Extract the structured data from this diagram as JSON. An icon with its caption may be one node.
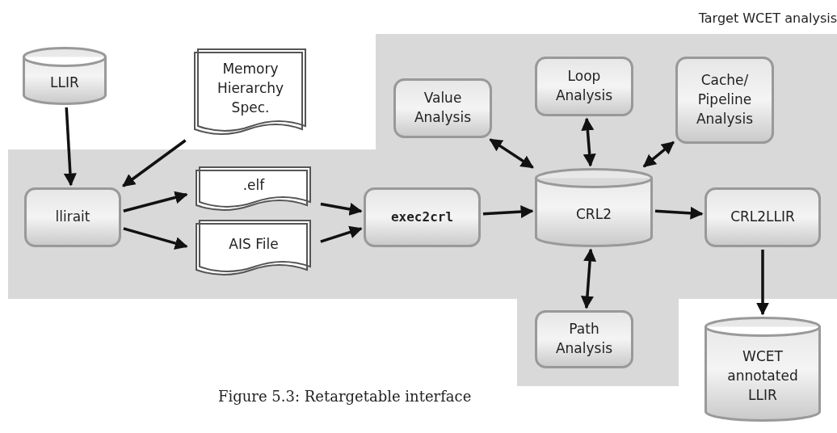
{
  "diagram": {
    "caption": "Figure 5.3: Retargetable interface",
    "nodes": [
      {
        "text": [
          "Target WCET analysis"
        ]
      },
      {
        "text": [
          "LLIR"
        ]
      },
      {
        "text": [
          "Memory Hierarchy Spec."
        ]
      },
      {
        "text": [
          "Value Analysis"
        ],
        "in": 0
      },
      {
        "text": [
          "Loop Analysis"
        ],
        "in": 0
      },
      {
        "text": [
          "Cache/ Pipeline Analysis"
        ],
        "in": 0
      },
      {
        "text": [
          "llirait"
        ],
        "in": 0
      },
      {
        "text": [
          ".elf"
        ],
        "in": 0
      },
      {
        "text": [
          "AIS File"
        ],
        "in": 0
      },
      {
        "text": [
          "exec2crl"
        ],
        "in": 0
      },
      {
        "text": [
          "CRL2"
        ],
        "in": 0
      },
      {
        "text": [
          "CRL2LLIR"
        ],
        "in": 0
      },
      {
        "text": [
          "Path Analysis"
        ],
        "in": 0
      },
      {
        "text": [
          "WCET annotated LLIR"
        ]
      }
    ],
    "edges": [
      {
        "from": 1,
        "to": 6,
        "arrow": "to"
      },
      {
        "from": 2,
        "to": 6,
        "arrow": "to"
      },
      {
        "from": 6,
        "to": 7,
        "arrow": "to"
      },
      {
        "from": 6,
        "to": 8,
        "arrow": "to"
      },
      {
        "from": 7,
        "to": 9,
        "arrow": "to"
      },
      {
        "from": 8,
        "to": 9,
        "arrow": "to"
      },
      {
        "from": 9,
        "to": 10,
        "arrow": "to"
      },
      {
        "from": 10,
        "to": 11,
        "arrow": "to"
      },
      {
        "from": 11,
        "to": 13,
        "arrow": "to"
      },
      {
        "from": 3,
        "to": 10,
        "arrow": "both"
      },
      {
        "from": 4,
        "to": 10,
        "arrow": "both"
      },
      {
        "from": 5,
        "to": 10,
        "arrow": "both"
      },
      {
        "from": 12,
        "to": 10,
        "arrow": "both"
      }
    ]
  }
}
